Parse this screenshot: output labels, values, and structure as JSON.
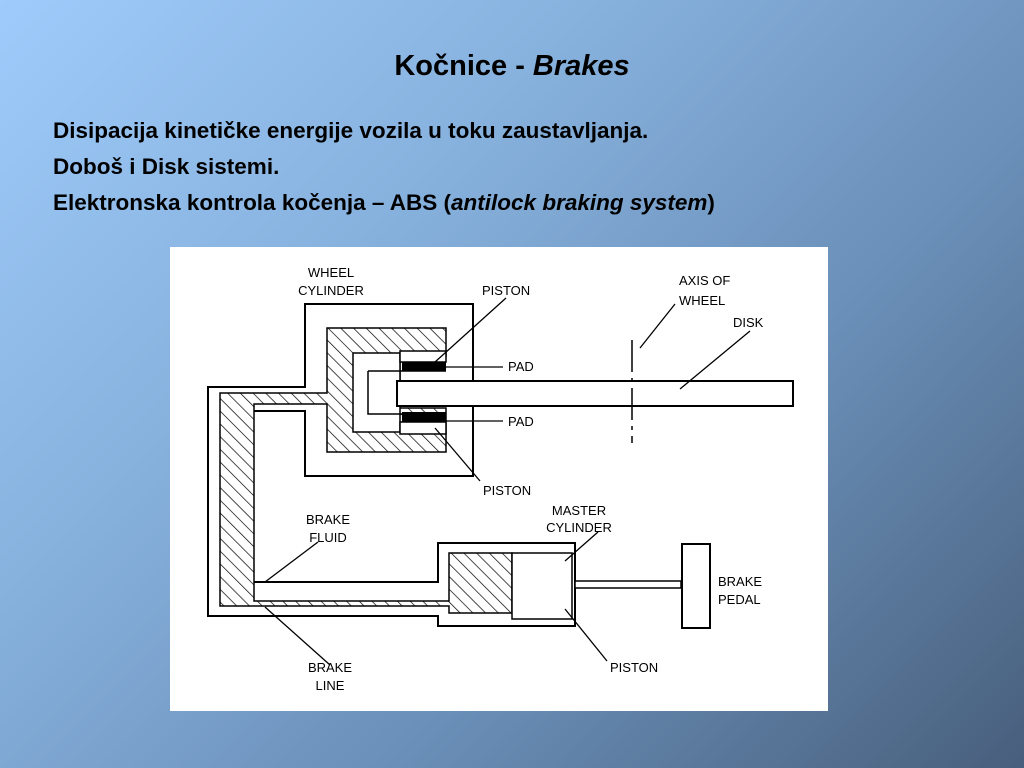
{
  "slide": {
    "title_main": "Kočnice - ",
    "title_italic": "Brakes",
    "bullets": [
      "Disipacija kinetičke energije vozila u toku zaustavljanja.",
      "Doboš i Disk sistemi."
    ],
    "bullet3_prefix": "Elektronska kontrola kočenja – ABS (",
    "bullet3_italic": "antilock braking system",
    "bullet3_suffix": ")"
  },
  "diagram": {
    "labels": {
      "wheel_cylinder_1": "WHEEL",
      "wheel_cylinder_2": "CYLINDER",
      "piston_top": "PISTON",
      "axis_1": "AXIS OF",
      "axis_2": "WHEEL",
      "disk": "DISK",
      "pad_top": "PAD",
      "pad_bottom": "PAD",
      "piston_bottom": "PISTON",
      "master_1": "MASTER",
      "master_2": "CYLINDER",
      "brake_fluid_1": "BRAKE",
      "brake_fluid_2": "FLUID",
      "brake_pedal_1": "BRAKE",
      "brake_pedal_2": "PEDAL",
      "piston_master": "PISTON",
      "brake_line_1": "BRAKE",
      "brake_line_2": "LINE"
    }
  }
}
